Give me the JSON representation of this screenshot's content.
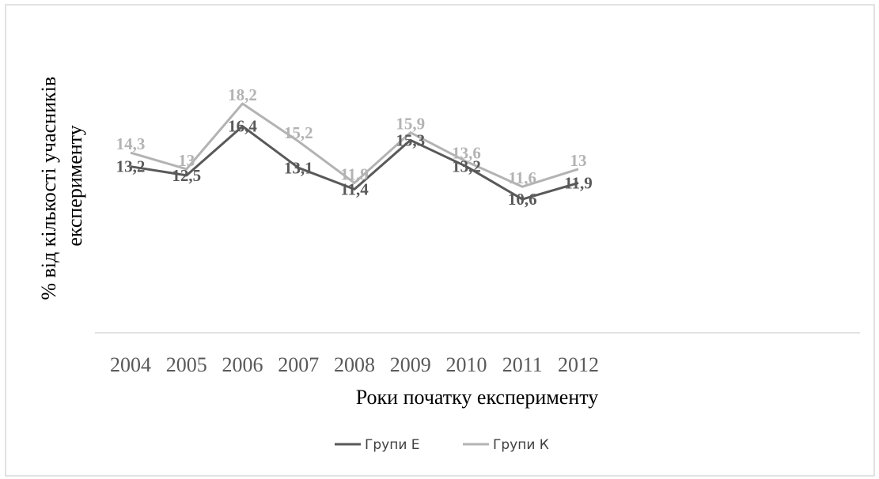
{
  "chart_data": {
    "type": "line",
    "categories": [
      "2004",
      "2005",
      "2006",
      "2007",
      "2008",
      "2009",
      "2010",
      "2011",
      "2012"
    ],
    "series": [
      {
        "name": "Групи Е",
        "color": "#595959",
        "values": [
          13.2,
          12.5,
          16.4,
          13.1,
          11.4,
          15.3,
          13.2,
          10.6,
          11.9
        ],
        "labels": [
          "13,2",
          "12,5",
          "16,4",
          "13,1",
          "11,4",
          "15,3",
          "13,2",
          "10,6",
          "11,9"
        ]
      },
      {
        "name": "Групи К",
        "color": "#b3b3b3",
        "values": [
          14.3,
          13,
          18.2,
          15.2,
          11.9,
          15.9,
          13.6,
          11.6,
          13
        ],
        "labels": [
          "14,3",
          "13",
          "18,2",
          "15,2",
          "11,9",
          "15,9",
          "13,6",
          "11,6",
          "13"
        ]
      }
    ],
    "xlabel": "Роки початку експерименту",
    "ylabel": "% від кількості учасників експерименту",
    "ylabel_lines": [
      "% від кількості учасників",
      "експерименту"
    ],
    "ylim": [
      0,
      20
    ],
    "grid": false,
    "legend_position": "bottom"
  }
}
